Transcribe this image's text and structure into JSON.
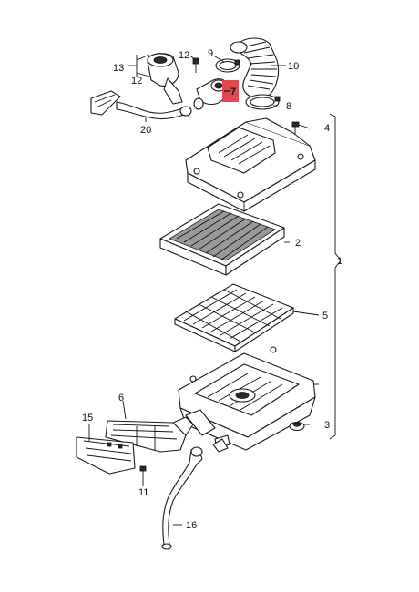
{
  "diagram": {
    "highlight_color": "#e0474f",
    "labels": {
      "p1": "1",
      "p2": "2",
      "p3": "3",
      "p4": "4",
      "p5": "5",
      "p6": "6",
      "p7": "7",
      "p8": "8",
      "p9": "9",
      "p10": "10",
      "p11": "11",
      "p12a": "12",
      "p12b": "12",
      "p13": "13",
      "p15": "15",
      "p16": "16",
      "p20": "20"
    }
  }
}
